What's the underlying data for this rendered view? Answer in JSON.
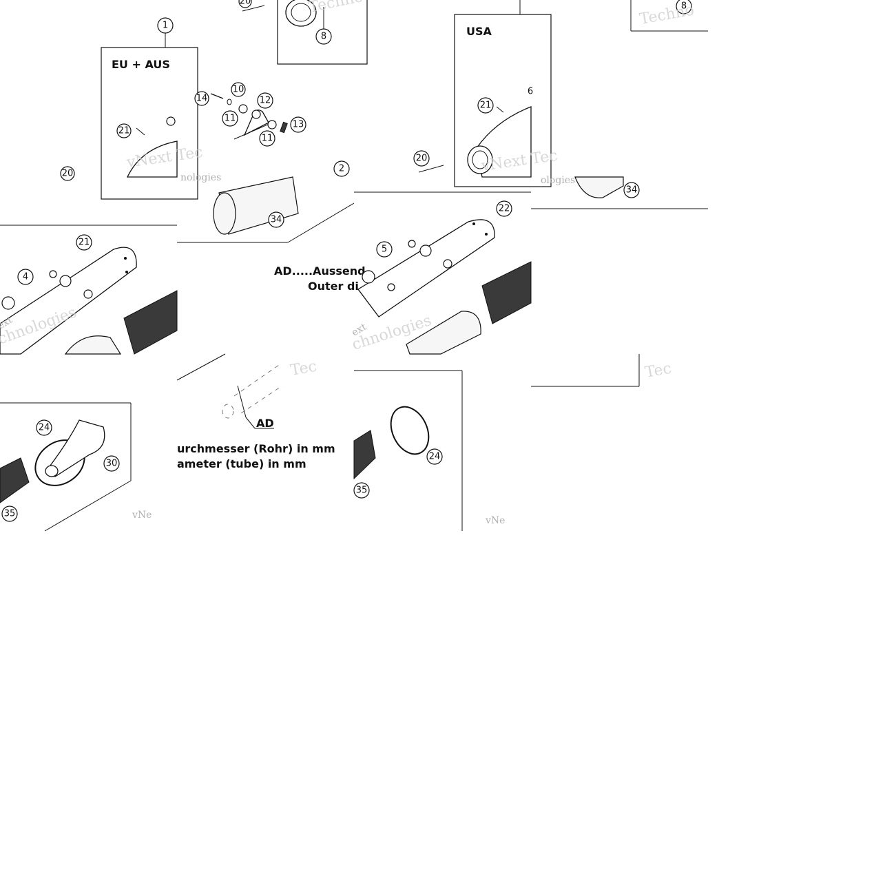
{
  "labels": {
    "eu_aus": "EU + AUS",
    "usa": "USA",
    "ad": "AD",
    "ad_line1_de": "AD.....Aussend",
    "ad_line1_en": "Outer di",
    "ad_line2_de": "urchmesser (Rohr) in mm",
    "ad_line2_en": "ameter (tube) in mm"
  },
  "part_numbers": {
    "n1": "1",
    "n2": "2",
    "n4": "4",
    "n5": "5",
    "n8": "8",
    "n8b": "8",
    "n10": "10",
    "n11": "11",
    "n11b": "11",
    "n12": "12",
    "n13": "13",
    "n14": "14",
    "n20": "20",
    "n20b": "20",
    "n20c": "20",
    "n21": "21",
    "n21b": "21",
    "n21c": "21",
    "n22": "22",
    "n24": "24",
    "n24b": "24",
    "n30": "30",
    "n34": "34",
    "n34b": "34",
    "n35": "35",
    "n35b": "35",
    "n6": "6"
  },
  "watermarks": {
    "w1": "Techno",
    "w2": "vNext Tec",
    "w3": "Techno",
    "w4": "vNext Tec",
    "w5": "Tec",
    "w6": "chnologies",
    "w7": "chnologies",
    "w8": "Tec",
    "w9": "vNe",
    "w10": "vNe",
    "w11": "ologies",
    "w12": "nologies",
    "w13": "ext",
    "w14": "ext"
  }
}
